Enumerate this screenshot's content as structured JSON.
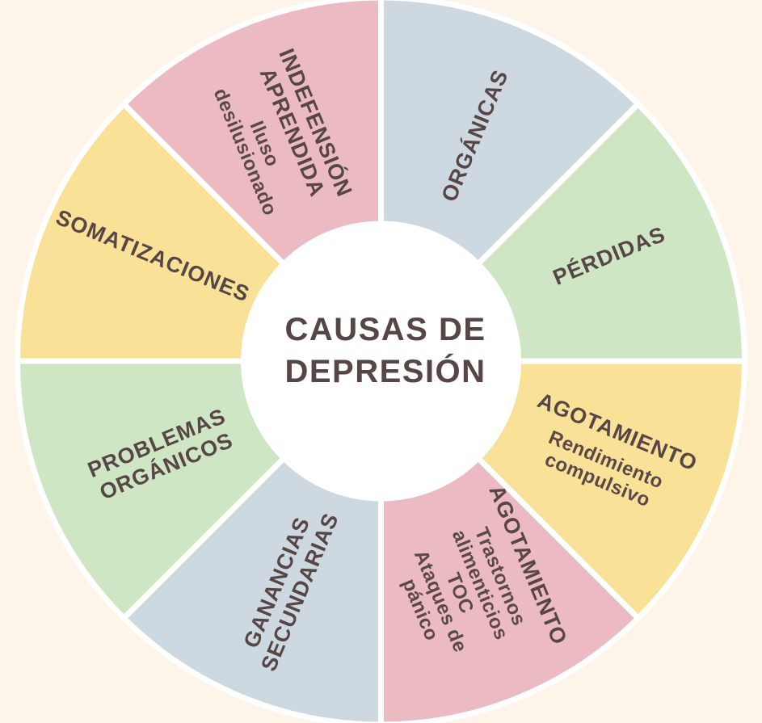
{
  "colors": {
    "background": "#fdf4ea",
    "text": "#574646",
    "divider": "#ffffff",
    "center_circle": "#ffffff",
    "blue": "#cdd8e1",
    "green": "#cfe6c5",
    "yellow": "#f9e298",
    "pink": "#ecbac2"
  },
  "center": {
    "title": "CAUSAS DE DEPRESIÓN",
    "title_lines": [
      "CAUSAS DE",
      "DEPRESIÓN"
    ]
  },
  "chart_data": {
    "type": "pie",
    "title": "CAUSAS DE DEPRESIÓN",
    "layout": {
      "equal_segments": true,
      "segment_angle_deg": 45,
      "start": "top",
      "direction": "clockwise",
      "donut_hole": true
    },
    "segments": [
      {
        "label": "ORGÁNICAS",
        "sublabel": "",
        "title_lines": [
          "ORGÁNICAS"
        ],
        "sub_lines": [],
        "color": "#cdd8e1"
      },
      {
        "label": "PÉRDIDAS",
        "sublabel": "",
        "title_lines": [
          "PÉRDIDAS"
        ],
        "sub_lines": [],
        "color": "#cfe6c5"
      },
      {
        "label": "AGOTAMIENTO",
        "sublabel": "Rendimiento compulsivo",
        "title_lines": [
          "AGOTAMIENTO"
        ],
        "sub_lines": [
          "Rendimiento",
          "compulsivo"
        ],
        "color": "#f9e298"
      },
      {
        "label": "AGOTAMIENTO",
        "sublabel": "Trastornos alimenticios TOC Ataques de pánico",
        "title_lines": [
          "AGOTAMIENTO"
        ],
        "sub_lines": [
          "Trastornos",
          "alimenticios",
          "TOC",
          "Ataques de",
          "pánico"
        ],
        "color": "#ecbac2"
      },
      {
        "label": "GANANCIAS SECUNDARIAS",
        "sublabel": "",
        "title_lines": [
          "GANANCIAS",
          "SECUNDARIAS"
        ],
        "sub_lines": [],
        "color": "#cdd8e1"
      },
      {
        "label": "PROBLEMAS ORGÁNICOS",
        "sublabel": "",
        "title_lines": [
          "PROBLEMAS",
          "ORGÁNICOS"
        ],
        "sub_lines": [],
        "color": "#cfe6c5"
      },
      {
        "label": "SOMATIZACIONES",
        "sublabel": "",
        "title_lines": [
          "SOMATIZACIONES"
        ],
        "sub_lines": [],
        "color": "#f9e298"
      },
      {
        "label": "INDEFENSIÓN APRENDIDA",
        "sublabel": "Iluso desilusionado",
        "title_lines": [
          "INDEFENSIÓN",
          "APRENDIDA"
        ],
        "sub_lines": [
          "Iluso",
          "desilusionado"
        ],
        "color": "#ecbac2"
      }
    ]
  }
}
